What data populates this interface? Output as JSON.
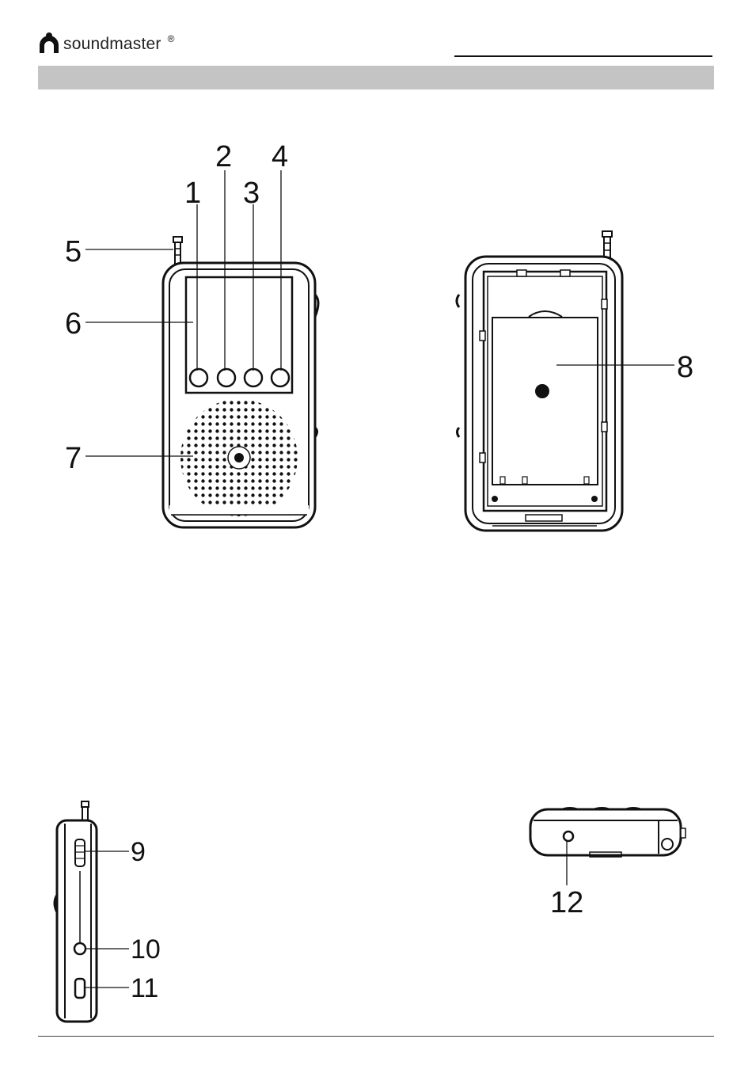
{
  "header": {
    "brand": "soundmaster",
    "registered_mark": "®"
  },
  "callouts": {
    "c1": "1",
    "c2": "2",
    "c3": "3",
    "c4": "4",
    "c5": "5",
    "c6": "6",
    "c7": "7",
    "c8": "8",
    "c9": "9",
    "c10": "10",
    "c11": "11",
    "c12": "12"
  }
}
